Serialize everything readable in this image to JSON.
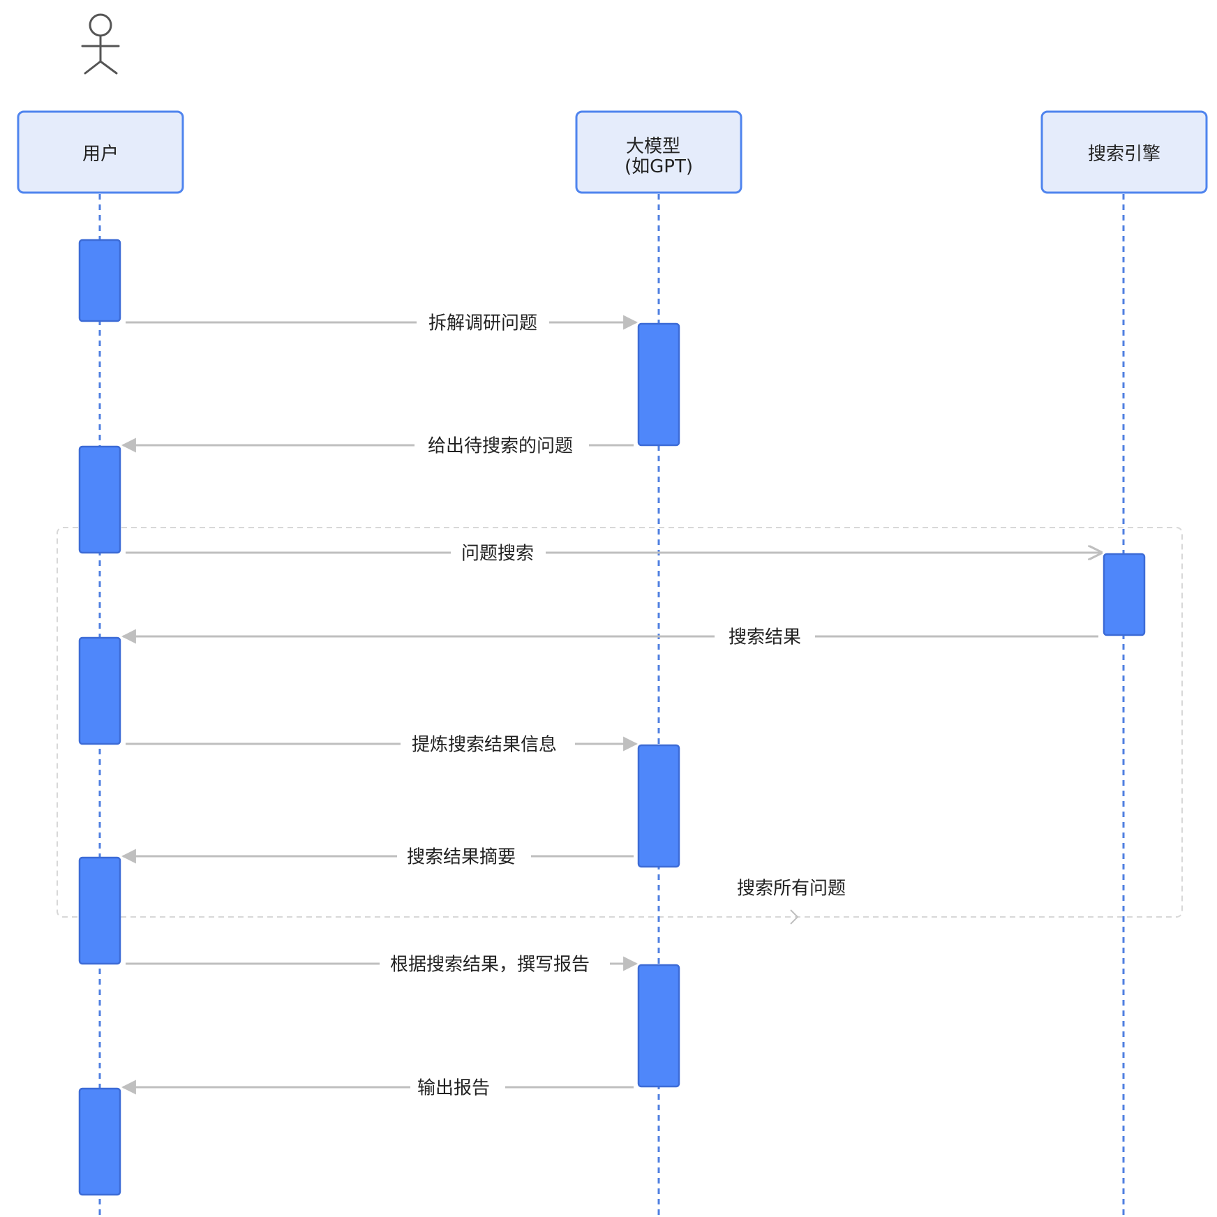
{
  "participants": [
    {
      "id": "user",
      "label_lines": [
        "用户"
      ]
    },
    {
      "id": "llm",
      "label_lines": [
        "大模型",
        "(如GPT)"
      ]
    },
    {
      "id": "search",
      "label_lines": [
        "搜索引擎"
      ]
    }
  ],
  "actor": {
    "participant": "user",
    "icon": "stick-figure-icon"
  },
  "messages": [
    {
      "from": "user",
      "to": "llm",
      "label": "拆解调研问题",
      "style": "solid-arrow"
    },
    {
      "from": "llm",
      "to": "user",
      "label": "给出待搜索的问题",
      "style": "solid-arrow"
    },
    {
      "from": "user",
      "to": "search",
      "label": "问题搜索",
      "style": "open-arrow"
    },
    {
      "from": "search",
      "to": "user",
      "label": "搜索结果",
      "style": "solid-arrow"
    },
    {
      "from": "user",
      "to": "llm",
      "label": "提炼搜索结果信息",
      "style": "solid-arrow"
    },
    {
      "from": "llm",
      "to": "user",
      "label": "搜索结果摘要",
      "style": "solid-arrow"
    },
    {
      "from": "user",
      "to": "llm",
      "label": "根据搜索结果，撰写报告",
      "style": "solid-arrow"
    },
    {
      "from": "llm",
      "to": "user",
      "label": "输出报告",
      "style": "solid-arrow"
    }
  ],
  "loop": {
    "label": "搜索所有问题"
  },
  "colors": {
    "box_fill": "#e5ecfb",
    "box_border": "#4f84ee",
    "activation": "#4f87fa",
    "lifeline": "#4f7fe0",
    "message_line": "#bfbfbf"
  }
}
